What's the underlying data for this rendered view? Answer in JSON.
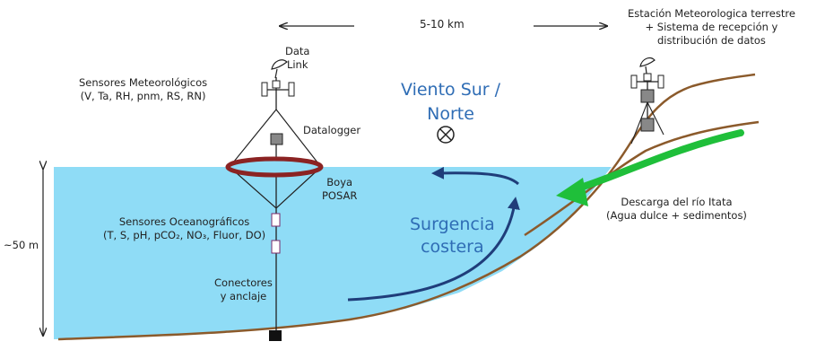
{
  "distance_label": "5-10 km",
  "weather_station": {
    "line1": "Estación Meteorologica terrestre",
    "line2": "+ Sistema de recepción y",
    "line3": "distribución de datos"
  },
  "data_link": {
    "line1": "Data",
    "line2": "Link"
  },
  "met_sensors": {
    "line1": "Sensores Meteorológicos",
    "line2": "(V, Ta, RH, pnm, RS, RN)"
  },
  "datalogger": "Datalogger",
  "wind": {
    "line1": "Viento Sur /",
    "line2": "Norte"
  },
  "buoy": {
    "line1": "Boya",
    "line2": "POSAR"
  },
  "ocean_sensors": {
    "line1": "Sensores Oceanográficos",
    "line2": "(T, S, pH, pCO₂, NO₃, Fluor, DO)"
  },
  "upwelling": {
    "line1": "Surgencia",
    "line2": "costera"
  },
  "river": {
    "line1": "Descarga del río Itata",
    "line2": "(Agua dulce + sedimentos)"
  },
  "depth_label": "~50 m",
  "anchor": {
    "line1": "Conectores",
    "line2": "y anclaje"
  },
  "colors": {
    "water": "#8fdcf6",
    "seabed": "#8b5a2b",
    "buoy_ring": "#8b2323",
    "upwelling_arrow": "#1f3d7a",
    "river_arrow": "#1fbf3a",
    "wind_text": "#2f6db5"
  }
}
